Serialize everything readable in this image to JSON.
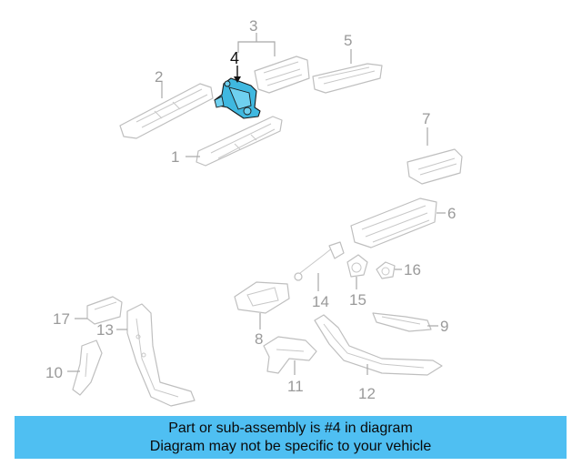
{
  "diagram": {
    "callouts": {
      "c1": "1",
      "c2": "2",
      "c3": "3",
      "c4": "4",
      "c5": "5",
      "c6": "6",
      "c7": "7",
      "c8": "8",
      "c9": "9",
      "c10": "10",
      "c11": "11",
      "c12": "12",
      "c13": "13",
      "c14": "14",
      "c15": "15",
      "c16": "16",
      "c17": "17"
    },
    "highlight_color": "#3fb8e0",
    "line_color": "#bfbfbf"
  },
  "banner": {
    "line1": "Part or sub-assembly is #4 in diagram",
    "line2": "Diagram may not be specific to your vehicle",
    "background": "#4fbff2"
  }
}
